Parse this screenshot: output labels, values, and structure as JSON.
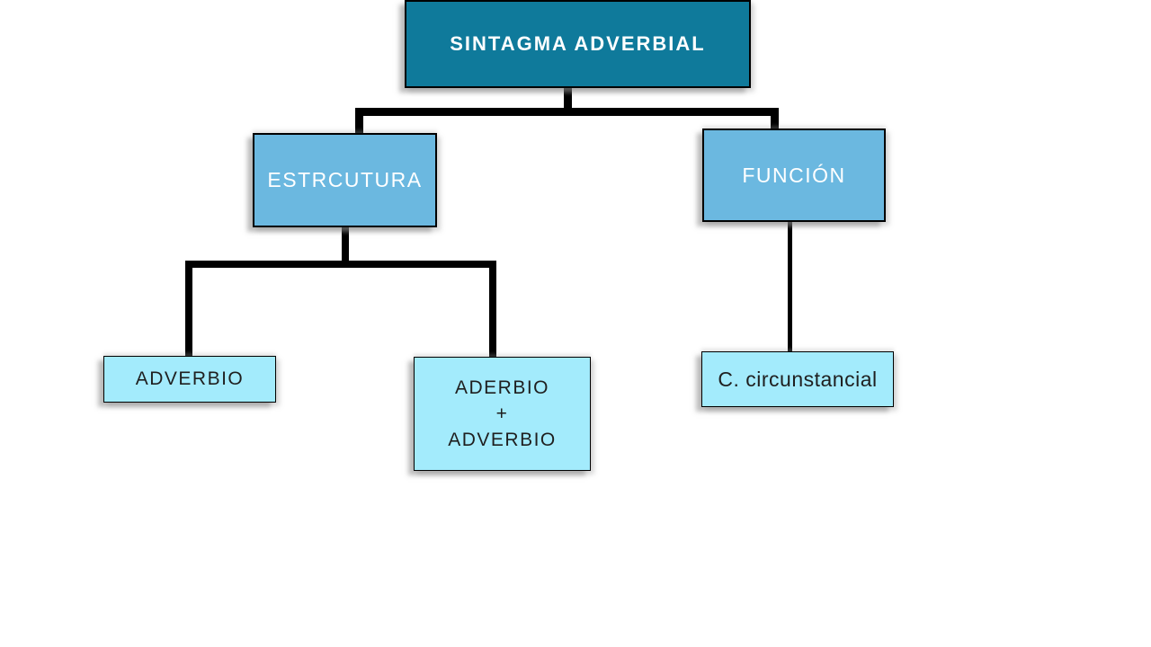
{
  "diagram": {
    "type": "tree",
    "nodes": {
      "root": {
        "label": "SINTAGMA ADVERBIAL",
        "level": 1
      },
      "estructura": {
        "label": "ESTRCUTURA",
        "level": 2,
        "parent": "root"
      },
      "funcion": {
        "label": "FUNCIÓN",
        "level": 2,
        "parent": "root"
      },
      "adverbio": {
        "label": "ADVERBIO",
        "level": 3,
        "parent": "estructura"
      },
      "adverbio_plus": {
        "lines": [
          "ADERBIO",
          "+",
          "ADVERBIO"
        ],
        "level": 3,
        "parent": "estructura"
      },
      "circunstancial": {
        "label": "C. circunstancial",
        "level": 3,
        "parent": "funcion"
      }
    },
    "colors": {
      "root_fill": "#0f7a9b",
      "root_text": "#ffffff",
      "level2_fill": "#6bb8e0",
      "level2_text": "#ffffff",
      "level3_fill": "#a3ebfc",
      "level3_text": "#1f1f1f",
      "line": "#000000",
      "background": "#ffffff"
    }
  }
}
